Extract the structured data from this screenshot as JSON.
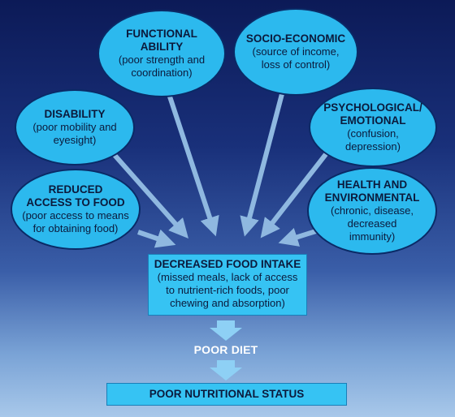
{
  "factors": {
    "functional": {
      "title_line1": "FUNCTIONAL",
      "title_line2": "ABILITY",
      "desc_line1": "(poor strength and",
      "desc_line2": "coordination)"
    },
    "socio": {
      "title_line1": "SOCIO-ECONOMIC",
      "desc_line1": "(source of income,",
      "desc_line2": "loss of control)"
    },
    "disability": {
      "title_line1": "DISABILITY",
      "desc_line1": "(poor mobility and",
      "desc_line2": "eyesight)"
    },
    "psych": {
      "title_line1": "PSYCHOLOGICAL/",
      "title_line2": "EMOTIONAL",
      "desc_line1": "(confusion,",
      "desc_line2": "depression)"
    },
    "food_access": {
      "title_line1": "REDUCED",
      "title_line2": "ACCESS TO FOOD",
      "desc_line1": "(poor access to means",
      "desc_line2": "for obtaining food)"
    },
    "health": {
      "title_line1": "HEALTH AND",
      "title_line2": "ENVIRONMENTAL",
      "desc_line1": "(chronic, disease,",
      "desc_line2": "decreased",
      "desc_line3": "immunity)"
    }
  },
  "intake": {
    "title": "DECREASED FOOD INTAKE",
    "desc_line1": "(missed meals, lack of access",
    "desc_line2": "to nutrient-rich foods, poor",
    "desc_line3": "chewing and absorption)"
  },
  "poor_diet": "POOR DIET",
  "status": "POOR NUTRITIONAL STATUS",
  "colors": {
    "ellipse_fill": "#2cb9ee",
    "box_fill": "#36c3f3",
    "arrow": "#8fb8e0",
    "down_arrow": "#8ed0f5"
  }
}
